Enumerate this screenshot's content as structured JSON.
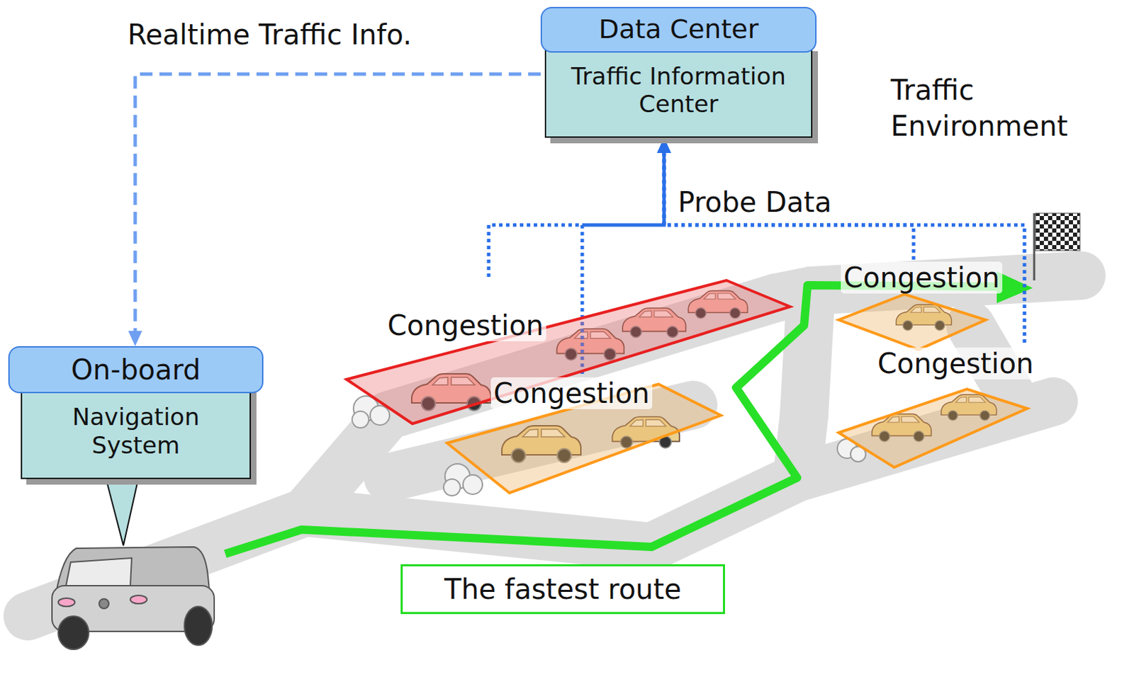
{
  "diagram": {
    "nodes": [
      {
        "text": [
          "Data Center",
          "Traffic Information Center"
        ]
      },
      {
        "text": [
          "On-board",
          "Navigation System"
        ]
      },
      {
        "text": [
          "Congestion"
        ]
      },
      {
        "text": [
          "Congestion"
        ]
      },
      {
        "text": [
          "Congestion"
        ]
      },
      {
        "text": [
          "Congestion"
        ]
      },
      {
        "text": [
          "The fastest route"
        ]
      }
    ],
    "edges": [
      {
        "from": 0,
        "to": 1,
        "arrow": "to",
        "label": "Realtime Traffic Info."
      },
      {
        "from": 2,
        "to": 0,
        "arrow": "to"
      },
      {
        "from": 3,
        "to": 0,
        "arrow": "to"
      },
      {
        "from": 4,
        "to": 0,
        "arrow": "to"
      },
      {
        "from": 5,
        "to": 0,
        "arrow": "to"
      }
    ],
    "labels": [
      "Probe Data",
      "Traffic Environment"
    ]
  }
}
